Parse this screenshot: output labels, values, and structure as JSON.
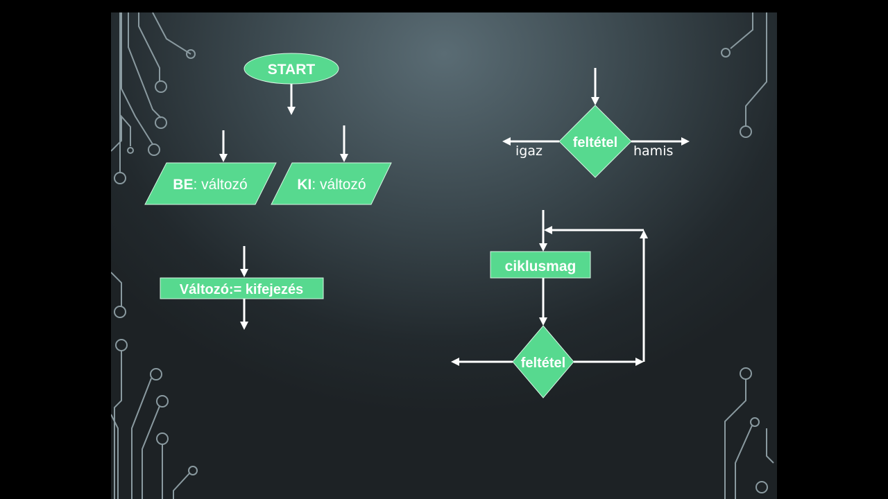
{
  "flowchart": {
    "start": "START",
    "input_keyword": "BE",
    "input_rest": ": változó",
    "output_keyword": "KI",
    "output_rest": ": változó",
    "assignment": "Változó:= kifejezés",
    "condition_label": "feltétel",
    "true_branch": "igaz",
    "false_branch": "hamis",
    "loop_body": "ciklusmag",
    "loop_condition": "feltétel"
  },
  "colors": {
    "shape_fill": "#57d98f",
    "background": "#3a474d"
  }
}
